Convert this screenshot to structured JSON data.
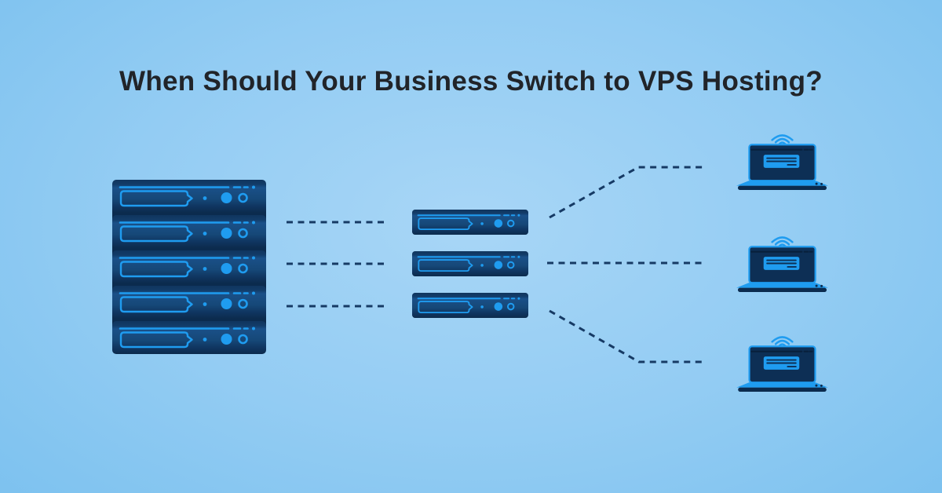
{
  "title": "When Should Your Business Switch to VPS Hosting?",
  "diagram": {
    "dedicated_rack": {
      "label": "dedicated-server-rack",
      "unit_count": 5
    },
    "vps_servers": {
      "label": "vps-server-group",
      "unit_count": 3
    },
    "clients": {
      "label": "client-laptops",
      "count": 3,
      "icon": "wifi-icon"
    },
    "connections": {
      "left_links": 3,
      "right_links": 3,
      "style": "dashed"
    }
  },
  "colors": {
    "bg-center": "#a8d6f6",
    "bg-mid": "#93ccf3",
    "bg-edge": "#77bfee",
    "accent": "#1f9cf0",
    "deep": "#0b2b4e",
    "screen": "#0d2f55",
    "connector": "#163a64",
    "title": "#212429"
  }
}
